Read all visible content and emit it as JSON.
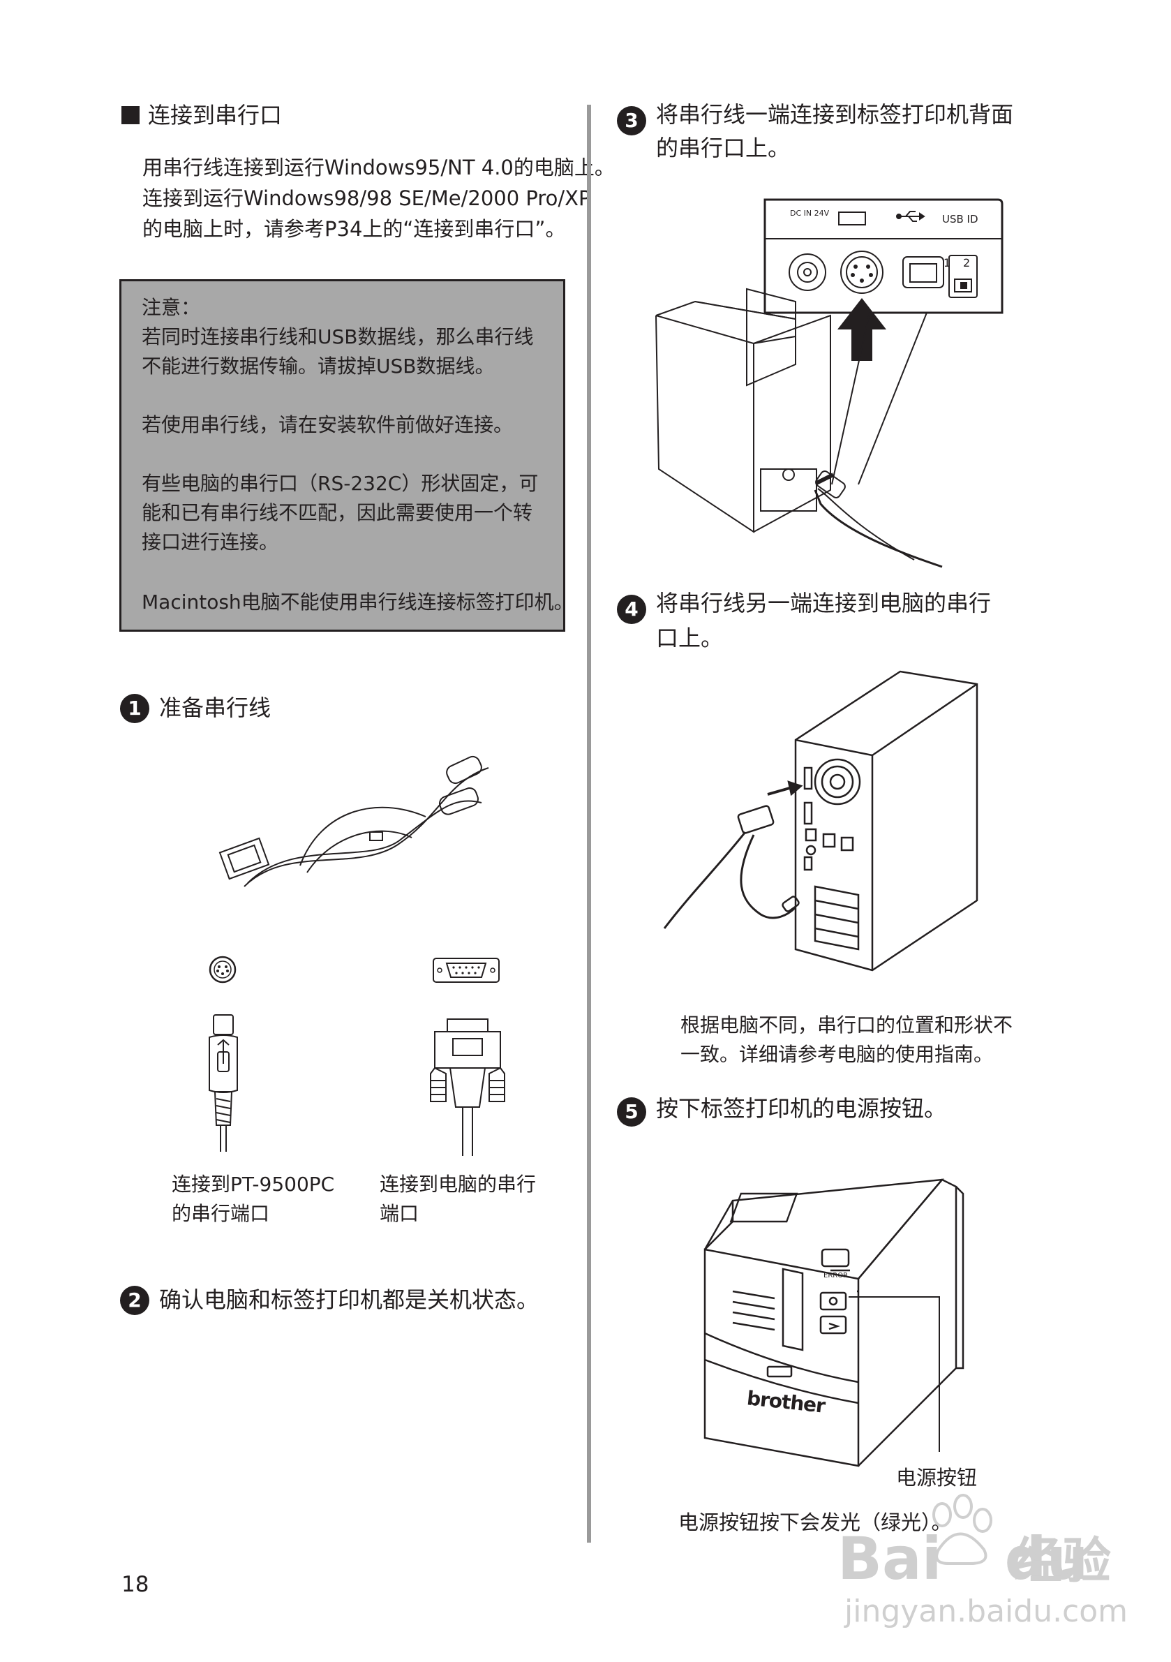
{
  "left": {
    "heading": "连接到串行口",
    "intro": [
      "用串行线连接到运行Windows95/NT 4.0的电脑上。",
      "连接到运行Windows98/98 SE/Me/2000 Pro/XP",
      "的电脑上时，请参考P34上的“连接到串行口”。"
    ],
    "note": {
      "label": "注意：",
      "lines": [
        "若同时连接串行线和USB数据线，那么串行线",
        "不能进行数据传输。请拔掉USB数据线。",
        "若使用串行线，请在安装软件前做好连接。",
        "有些电脑的串行口（RS-232C）形状固定，可",
        "能和已有串行线不匹配，因此需要使用一个转",
        "接口进行连接。",
        "Macintosh电脑不能使用串行线连接标签打印机。"
      ]
    },
    "step1": {
      "num": "1",
      "title": "准备串行线"
    },
    "connector_left_caption": [
      "连接到PT-9500PC",
      "的串行端口"
    ],
    "connector_right_caption": [
      "连接到电脑的串行",
      "端口"
    ],
    "step2": {
      "num": "2",
      "title": "确认电脑和标签打印机都是关机状态。"
    }
  },
  "right": {
    "step3": {
      "num": "3",
      "title_lines": [
        "将串行线一端连接到标签打印机背面",
        "的串行口上。"
      ]
    },
    "panel_labels": {
      "dc": "DC IN 24V",
      "usb": "USB ID",
      "switch_1": "1",
      "switch_2": "2"
    },
    "step4": {
      "num": "4",
      "title_lines": [
        "将串行线另一端连接到电脑的串行",
        "口上。"
      ]
    },
    "step4_note": [
      "根据电脑不同，串行口的位置和形状不",
      "一致。详细请参考电脑的使用指南。"
    ],
    "step5": {
      "num": "5",
      "title": "按下标签打印机的电源按钮。"
    },
    "printer_labels": {
      "brand": "brother",
      "error": "ERROR"
    },
    "power_label": "电源按钮",
    "power_note": "电源按钮按下会发光（绿光）。"
  },
  "page_number": "18",
  "watermark": {
    "brand": "Bai",
    "brand2": "du",
    "cn": "经验",
    "url": "jingyan.baidu.com"
  }
}
